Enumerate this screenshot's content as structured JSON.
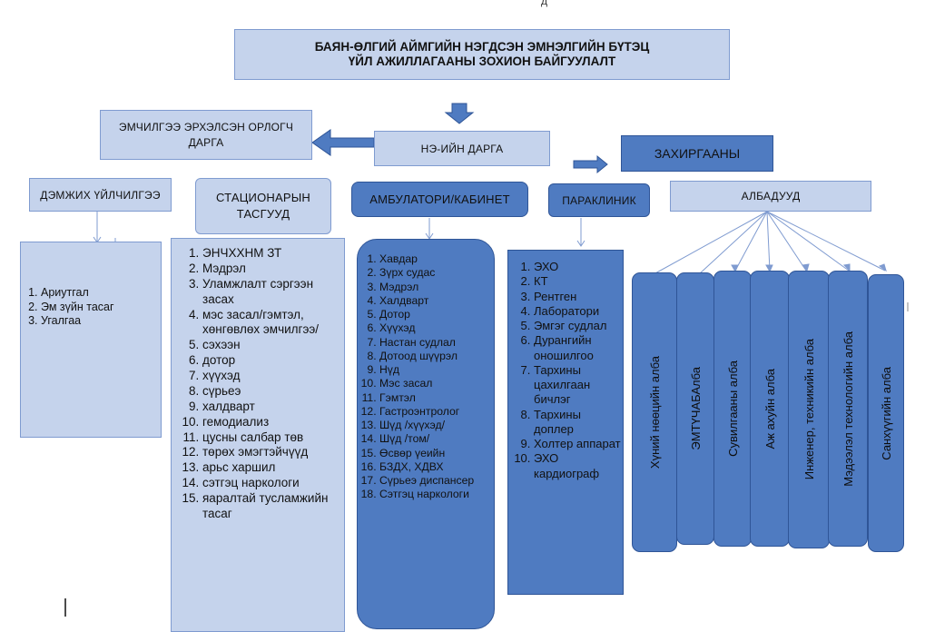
{
  "top_text": "д",
  "title": {
    "line1": "БАЯН-ӨЛГИЙ АЙМГИЙН НЭГДСЭН ЭМНЭЛГИЙН БҮТЭЦ",
    "line2": "ҮЙЛ АЖИЛЛАГААНЫ ЗОХИОН БАЙГУУЛАЛТ"
  },
  "nodes": {
    "deputy": "ЭМЧИЛГЭЭ ЭРХЭЛСЭН ОРЛОГЧ ДАРГА",
    "director": "НЭ-ИЙН ДАРГА",
    "admin": "ЗАХИРГААНЫ",
    "support": "ДЭМЖИХ ҮЙЛЧИЛГЭЭ",
    "inpatient": "СТАЦИОНАРЫН ТАСГУУД",
    "ambulatory": "АМБУЛАТОРИ/КАБИНЕТ",
    "paraclinic": "ПАРАКЛИНИК",
    "departments": "АЛБАДУУД"
  },
  "lists": {
    "support": [
      "Ариутгал",
      "Эм зүйн тасаг",
      "Угалгаа"
    ],
    "inpatient": [
      "ЭНЧХХНМ ЗТ",
      "Мэдрэл",
      "Уламжлалт сэргээн засах",
      "мэс засал/гэмтэл, хөнгөвлөх эмчилгээ/",
      "сэхээн",
      "дотор",
      "хүүхэд",
      "сүрьеэ",
      "халдварт",
      "гемодиализ",
      "цусны салбар төв",
      "төрөх эмэгтэйчүүд",
      "арьс харшил",
      "сэтгэц наркологи",
      "яаралтай тусламжийн тасаг"
    ],
    "ambulatory": [
      "Хавдар",
      "Зүрх судас",
      "Мэдрэл",
      "Халдварт",
      "Дотор",
      "Хүүхэд",
      "Настан судлал",
      "Дотоод шүүрэл",
      "Нүд",
      "Мэс засал",
      "Гэмтэл",
      "Гастроэнтролог",
      "Шүд /хүүхэд/",
      "Шүд /том/",
      "Өсвөр үеийн",
      "БЗДХ, ХДВХ",
      "Сүрьеэ диспансер",
      "Сэтгэц наркологи"
    ],
    "paraclinic": [
      "ЭХО",
      "КТ",
      "Рентген",
      "Лаборатори",
      "Эмгэг судлал",
      "Дурангийн оношилгоо",
      "Тархины цахилгаан бичлэг",
      "Тархины доплер",
      "Холтер аппарат",
      "ЭХО кардиограф"
    ]
  },
  "albad": [
    "Хүний нөөцийн алба",
    "ЭМТҮЧАБАлба",
    "Сувилгааны алба",
    "Аж ахуйн алба",
    "Инженер, техникийн алба",
    "Мэдээлэл технологийн алба",
    "Санхүүгийн алба"
  ],
  "colors": {
    "lavender": "#c5d3ec",
    "blue": "#4f7bc1",
    "dark_blue": "#2f5597"
  }
}
